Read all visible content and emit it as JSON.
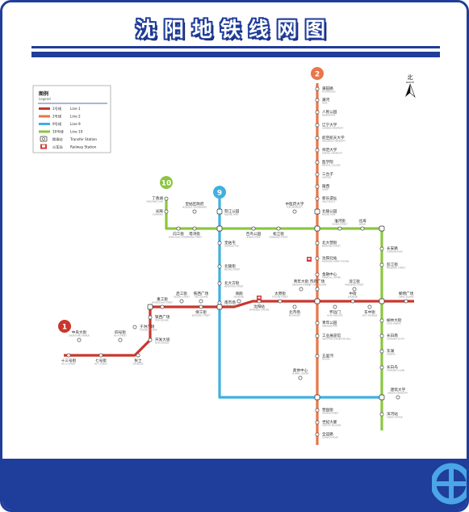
{
  "title": "沈阳地铁线网图",
  "compass": {
    "label": "北",
    "sub": "NORTH"
  },
  "legend": {
    "title": "图例",
    "subtitle": "Legend",
    "items": [
      {
        "icon": "line",
        "color": "#c8372d",
        "cn": "1号线",
        "en": "Line 1"
      },
      {
        "icon": "line",
        "color": "#e8764a",
        "cn": "2号线",
        "en": "Line 2"
      },
      {
        "icon": "line",
        "color": "#3fb0e0",
        "cn": "9号线",
        "en": "Line 9"
      },
      {
        "icon": "line",
        "color": "#8cc63f",
        "cn": "10号线",
        "en": "Line 10"
      },
      {
        "icon": "transfer",
        "color": "#333333",
        "cn": "换乘站",
        "en": "Transfer Station"
      },
      {
        "icon": "railway",
        "color": "#d23c3c",
        "cn": "火车站",
        "en": "Railway Station"
      }
    ]
  },
  "lines": [
    {
      "id": "1",
      "name": "1",
      "color": "#c8372d"
    },
    {
      "id": "2",
      "name": "2",
      "color": "#e8764a"
    },
    {
      "id": "9",
      "name": "9",
      "color": "#3fb0e0"
    },
    {
      "id": "10",
      "name": "10",
      "color": "#8cc63f"
    }
  ],
  "stations": [
    {
      "cn": "蒲田路",
      "en": "PUTIAN ROAD"
    },
    {
      "cn": "蒲河",
      "en": "PUHE"
    },
    {
      "cn": "人民公园",
      "en": "RENMIN PARK"
    },
    {
      "cn": "辽宁大学",
      "en": "LIAONING UNIVERSITY"
    },
    {
      "cn": "航空航天大学",
      "en": "AEROSPACE UNIVERSITY"
    },
    {
      "cn": "师范大学",
      "en": "NORMAL UNIVERSITY"
    },
    {
      "cn": "医学院",
      "en": "MEDICAL COLLEGE"
    },
    {
      "cn": "三台子",
      "en": "SANTAIZI"
    },
    {
      "cn": "陵西",
      "en": "LINGXI"
    },
    {
      "cn": "新乐遗址",
      "en": "XINLE RELICS"
    },
    {
      "cn": "北陵公园",
      "en": "BEILING PARK"
    },
    {
      "cn": "丁香湖",
      "en": "DINGXIANG LAKE"
    },
    {
      "cn": "光辉",
      "en": "GUANGHUI"
    },
    {
      "cn": "皇姑区政府",
      "en": "HUANGGU GOVERNMENT"
    },
    {
      "cn": "怒江公园",
      "en": "NUJIANG PARK"
    },
    {
      "cn": "中医药大学",
      "en": "TCM UNIVERSITY"
    },
    {
      "cn": "淮河街",
      "en": "HUAIHE STREET"
    },
    {
      "cn": "北海",
      "en": "BEIHAI"
    },
    {
      "cn": "向工街",
      "en": "XIANGGONG STREET"
    },
    {
      "cn": "塔湾街",
      "en": "TAWAN STREET"
    },
    {
      "cn": "百鸟公园",
      "en": "BAINIAO PARK"
    },
    {
      "cn": "松江街",
      "en": "SONGJIANG STREET"
    },
    {
      "cn": "皇姑屯",
      "en": "HUANGGUTUN"
    },
    {
      "cn": "北陵街",
      "en": "BEILING STREET"
    },
    {
      "cn": "沈阳北站",
      "en": "SHENYANG NORTH STATION"
    },
    {
      "cn": "北大营街",
      "en": "BEIDAYING STREET"
    },
    {
      "cn": "长安路",
      "en": "CHANGAN ROAD"
    },
    {
      "cn": "金融中心",
      "en": "FINANCIAL CENTER"
    },
    {
      "cn": "市府广场",
      "en": "CITY HALL SQUARE"
    },
    {
      "cn": "滂江街",
      "en": "PANGJIANG STREET"
    },
    {
      "cn": "彭江街",
      "en": "PENGJIANG STREET"
    },
    {
      "cn": "北大方街",
      "en": "BEIDAFANG STREET"
    },
    {
      "cn": "北市场",
      "en": "BEI MARKET"
    },
    {
      "cn": "怀远门",
      "en": "HUAIYUAN GATE"
    },
    {
      "cn": "黎明广场",
      "en": "LIMING SQUARE"
    },
    {
      "cn": "铁西广场",
      "en": "TIEXI SQUARE"
    },
    {
      "cn": "启工街",
      "en": "QIGONG STREET"
    },
    {
      "cn": "保工街",
      "en": "BAOGONG STREET"
    },
    {
      "cn": "重工街",
      "en": "ZHONGGONG STREET"
    },
    {
      "cn": "铁西广场",
      "en": "TIEXI SQUARE"
    },
    {
      "cn": "中街",
      "en": "ZHONGJIE"
    },
    {
      "cn": "东中街",
      "en": "EAST ZHONGJIE"
    },
    {
      "cn": "滑翔",
      "en": "HUAXIANG"
    },
    {
      "cn": "于洪广场",
      "en": "YUHONG SQUARE"
    },
    {
      "cn": "开发大道",
      "en": "KAIFA AVENUE"
    },
    {
      "cn": "中央大街",
      "en": "ZHONGYANG AVENUE"
    },
    {
      "cn": "七号街",
      "en": "NO.7 STREET"
    },
    {
      "cn": "十三号街",
      "en": "NO.13 STREET"
    },
    {
      "cn": "四号街",
      "en": "NO.4 STREET"
    },
    {
      "cn": "张士",
      "en": "ZHANGSHI"
    },
    {
      "cn": "奥体中心",
      "en": "OLYMPIC CENTER"
    },
    {
      "cn": "营盘街",
      "en": "YINGPAN STREET"
    },
    {
      "cn": "世纪大厦",
      "en": "CENTURY BUILDING"
    },
    {
      "cn": "全运路",
      "en": "QUANYUN ROAD"
    },
    {
      "cn": "建筑大学",
      "en": "JIANZHU UNIVERSITY"
    },
    {
      "cn": "浑河站",
      "en": "HUNHE STATION"
    },
    {
      "cn": "沈阳站",
      "en": "SHENYANG STATION"
    },
    {
      "cn": "青年大街",
      "en": "QINGNIAN AVENUE"
    },
    {
      "cn": "太原街",
      "en": "TAIYUAN STREET"
    },
    {
      "cn": "南市场",
      "en": "NAN MARKET"
    },
    {
      "cn": "工业展览馆",
      "en": "INDUSTRIAL EXHIBITION HALL"
    },
    {
      "cn": "青年公园",
      "en": "QINGNIAN PARK"
    },
    {
      "cn": "五里河",
      "en": "WULIHE"
    },
    {
      "cn": "东湖",
      "en": "DONGHU"
    },
    {
      "cn": "榆林大街",
      "en": "YULIN AVENUE"
    },
    {
      "cn": "长白南",
      "en": "CHANGBAI SOUTH"
    },
    {
      "cn": "长白岛",
      "en": "CHANGBAI ISLAND"
    }
  ]
}
